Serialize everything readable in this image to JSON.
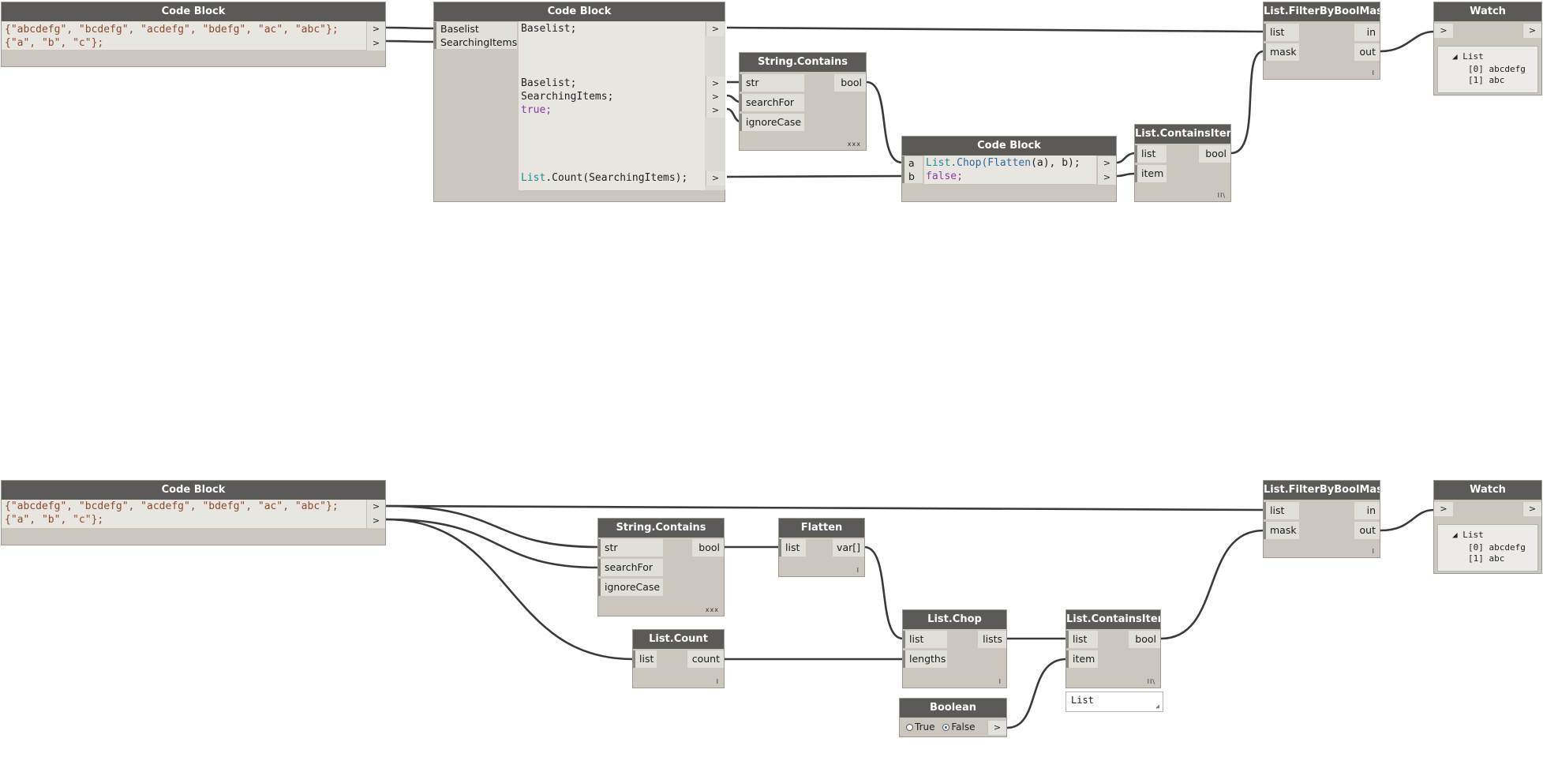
{
  "canvas": {
    "wire_color": "#3a3a3a",
    "header_color": "#5c5a57",
    "node_body_color": "#cbc6be"
  },
  "top": {
    "code_block_1": {
      "title": "Code Block",
      "line1": "{\"abcdefg\", \"bcdefg\", \"acdefg\", \"bdefg\", \"ac\", \"abc\"};",
      "line2": "{\"a\", \"b\", \"c\"};",
      "out": ">"
    },
    "code_block_2": {
      "title": "Code Block",
      "inputs": [
        "Baselist",
        "SearchingItems"
      ],
      "line_baselist": "Baselist;",
      "line_baselist2": "Baselist;",
      "line_searching": "SearchingItems;",
      "line_true": "true;",
      "line_count_cls": "List",
      "line_count_rest": ".Count(SearchingItems);",
      "out": ">"
    },
    "string_contains": {
      "title": "String.Contains",
      "inputs": [
        "str",
        "searchFor",
        "ignoreCase"
      ],
      "output": "bool",
      "lacing": "xxx"
    },
    "code_block_3": {
      "title": "Code Block",
      "input_a": "a",
      "input_b": "b",
      "line1_cls": "List",
      "line1_fn": ".Chop(",
      "line1_fn2": "Flatten",
      "line1_rest": "(a), b);",
      "line2": "false;",
      "out": ">"
    },
    "contains_item": {
      "title": "List.ContainsItem",
      "inputs": [
        "list",
        "item"
      ],
      "output": "bool",
      "lacing": "II\\"
    },
    "filter": {
      "title": "List.FilterByBoolMask",
      "inputs": [
        "list",
        "mask"
      ],
      "outputs": [
        "in",
        "out"
      ],
      "lacing": "I"
    },
    "watch": {
      "title": "Watch",
      "in": ">",
      "out": ">",
      "root": "List",
      "items": [
        "[0] abcdefg",
        "[1] abc"
      ]
    }
  },
  "bottom": {
    "code_block_1": {
      "title": "Code Block",
      "line1": "{\"abcdefg\", \"bcdefg\", \"acdefg\", \"bdefg\", \"ac\", \"abc\"};",
      "line2": "{\"a\", \"b\", \"c\"};",
      "out": ">"
    },
    "string_contains": {
      "title": "String.Contains",
      "inputs": [
        "str",
        "searchFor",
        "ignoreCase"
      ],
      "output": "bool",
      "lacing": "xxx"
    },
    "flatten": {
      "title": "Flatten",
      "input": "list",
      "output": "var[]",
      "lacing": "I"
    },
    "list_count": {
      "title": "List.Count",
      "input": "list",
      "output": "count",
      "lacing": "I"
    },
    "list_chop": {
      "title": "List.Chop",
      "inputs": [
        "list",
        "lengths"
      ],
      "output": "lists",
      "lacing": "I"
    },
    "contains_item": {
      "title": "List.ContainsItem",
      "inputs": [
        "list",
        "item"
      ],
      "output": "bool",
      "lacing": "II\\",
      "preview": "List"
    },
    "boolean": {
      "title": "Boolean",
      "option_true": "True",
      "option_false": "False",
      "out": ">"
    },
    "filter": {
      "title": "List.FilterByBoolMask",
      "inputs": [
        "list",
        "mask"
      ],
      "outputs": [
        "in",
        "out"
      ],
      "lacing": "I"
    },
    "watch": {
      "title": "Watch",
      "in": ">",
      "out": ">",
      "root": "List",
      "items": [
        "[0] abcdefg",
        "[1] abc"
      ]
    }
  }
}
